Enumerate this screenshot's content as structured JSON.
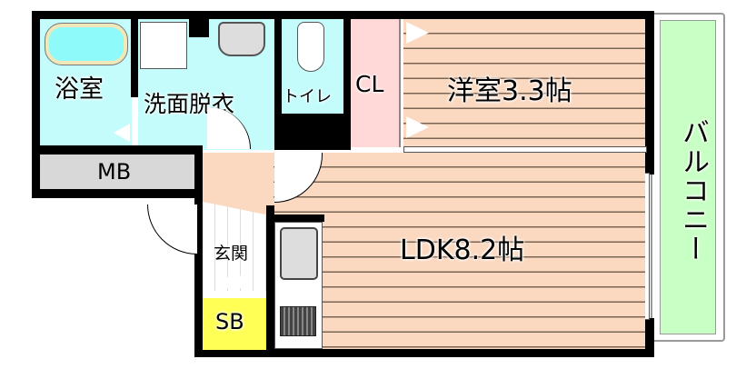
{
  "rooms": {
    "bath": "浴室",
    "washroom": "洗面脱衣",
    "toilet": "トイレ",
    "closet": "CL",
    "western_room": "洋室3.3帖",
    "meter_box": "MB",
    "entrance": "玄関",
    "shoe_box": "SB",
    "ldk": "LDK8.2帖",
    "balcony": "バルコニー"
  },
  "colors": {
    "bath": "#c4fcfc",
    "closet": "#ffd8d8",
    "balcony": "#c8ffc4",
    "shoe_box": "#ffff55",
    "meter_box": "#d8d8d8",
    "floor": "#fbd9c1"
  }
}
